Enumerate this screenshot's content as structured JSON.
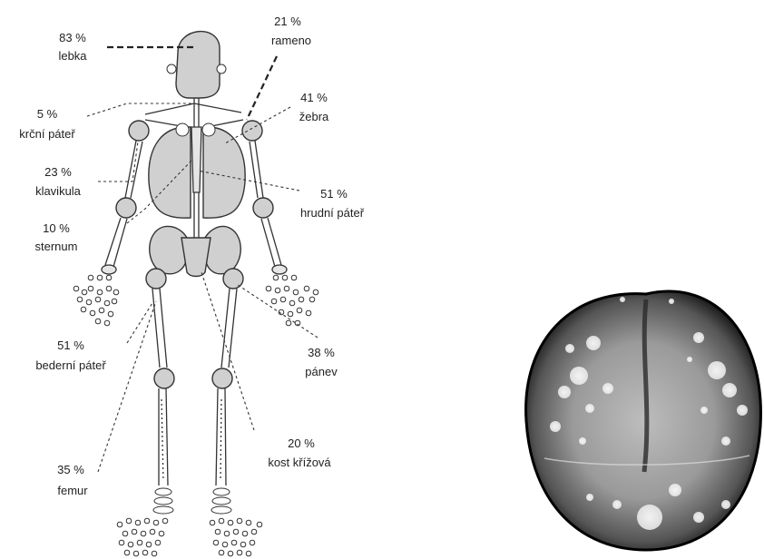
{
  "labels": {
    "lebka": {
      "pct": "83 %",
      "name": "lebka"
    },
    "rameno": {
      "pct": "21 %",
      "name": "rameno"
    },
    "krcni": {
      "pct": "5 %",
      "name": "krční páteř"
    },
    "zebra": {
      "pct": "41 %",
      "name": "žebra"
    },
    "klavikula": {
      "pct": "23 %",
      "name": "klavikula"
    },
    "hrudni": {
      "pct": "51 %",
      "name": "hrudní páteř"
    },
    "sternum": {
      "pct": "10 %",
      "name": "sternum"
    },
    "bederni": {
      "pct": "51 %",
      "name": "bederní páteř"
    },
    "panev": {
      "pct": "38 %",
      "name": "pánev"
    },
    "krizova": {
      "pct": "20 %",
      "name": "kost křížová"
    },
    "femur": {
      "pct": "35 %",
      "name": "femur"
    }
  },
  "colors": {
    "bone": "#d0d0d0",
    "outline": "#333333",
    "xray_background": "#000000"
  }
}
